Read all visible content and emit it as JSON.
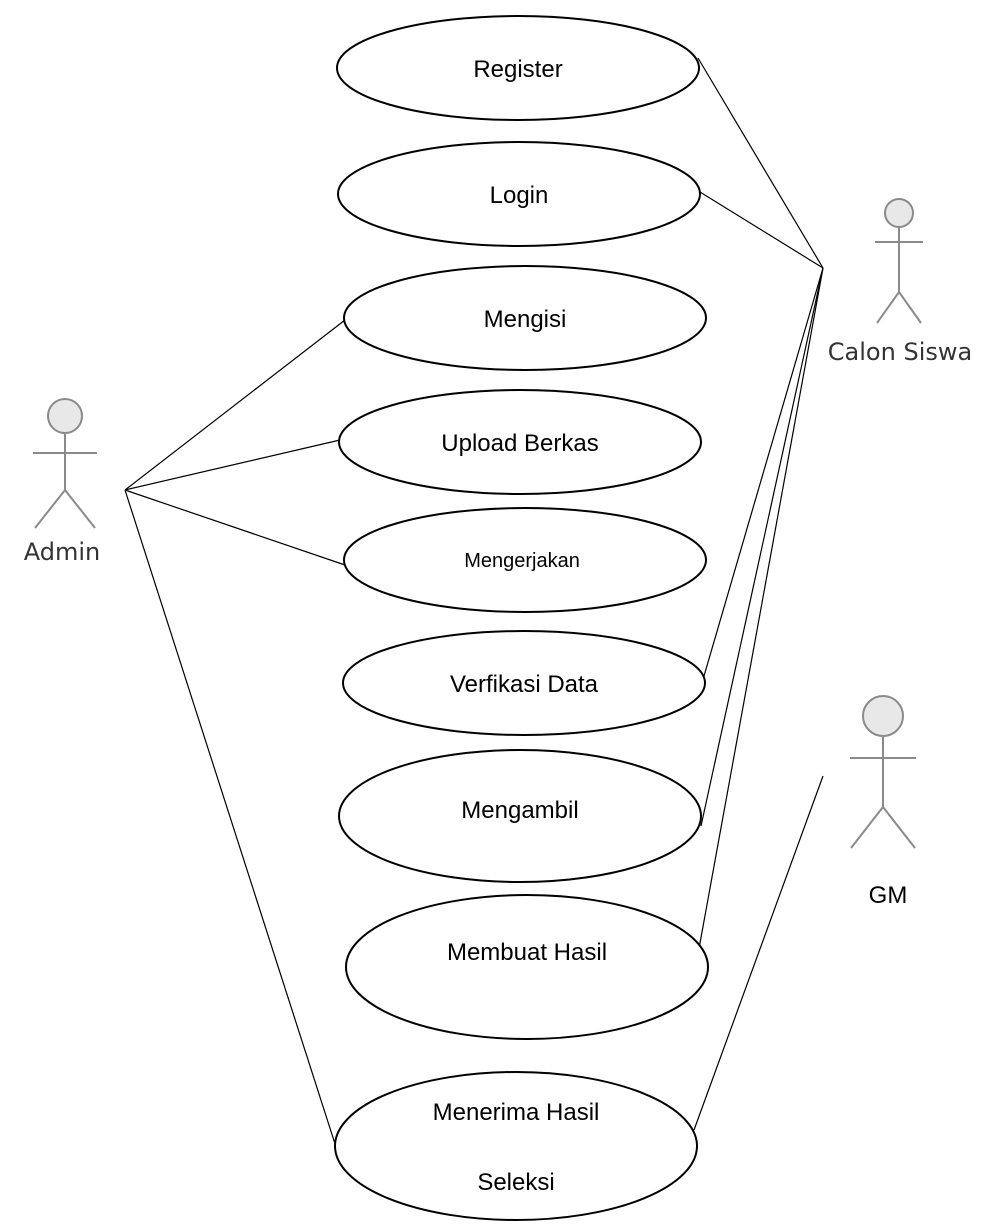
{
  "actors": {
    "admin": {
      "label": "Admin"
    },
    "calon_siswa": {
      "label": "Calon Siswa"
    },
    "gm": {
      "label": "GM"
    }
  },
  "use_cases": {
    "register": {
      "label": "Register"
    },
    "login": {
      "label": "Login"
    },
    "mengisi": {
      "label": "Mengisi"
    },
    "upload_berkas": {
      "label": "Upload Berkas"
    },
    "mengerjakan": {
      "label": "Mengerjakan"
    },
    "verifikasi_data": {
      "label": "Verfikasi Data"
    },
    "mengambil": {
      "label": "Mengambil"
    },
    "membuat_hasil": {
      "label": "Membuat Hasil"
    },
    "menerima_hasil_seleksi": {
      "line1": "Menerima Hasil",
      "line2": "Seleksi"
    }
  }
}
